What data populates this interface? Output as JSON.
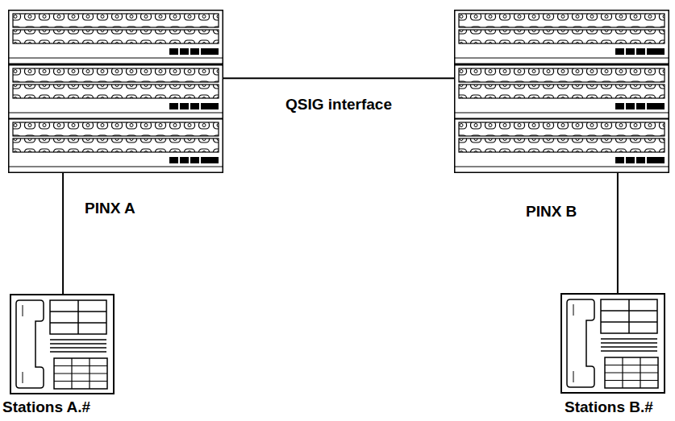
{
  "diagram": {
    "nodes": [
      {
        "text": [
          "PINX A"
        ]
      },
      {
        "text": [
          "PINX B"
        ]
      },
      {
        "text": [
          "Stations A.#"
        ]
      },
      {
        "text": [
          "Stations B.#"
        ]
      }
    ],
    "edges": [
      {
        "from": 0,
        "to": 1,
        "arrow": "none",
        "label": "QSIG interface"
      },
      {
        "from": 0,
        "to": 2,
        "arrow": "none"
      },
      {
        "from": 1,
        "to": 3,
        "arrow": "none"
      }
    ]
  }
}
